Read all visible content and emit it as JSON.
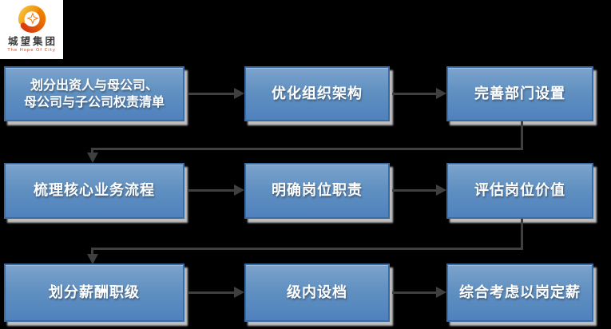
{
  "background_color": "#000000",
  "logo": {
    "company_name": "城望集团",
    "tagline": "The Hope Of City",
    "mark": "orange-swirl-ring-with-four-point-star",
    "colors": {
      "panel": "#ffffff",
      "swirl_orange": "#f5a11c",
      "swirl_red": "#d6380e",
      "name_text": "#3b3b3b",
      "tagline_text": "#cf4a1e"
    }
  },
  "flowchart": {
    "rows": 3,
    "columns": 3,
    "box_style": {
      "fill_top": "#7ca3cd",
      "fill_bottom": "#4f81bd",
      "border": "#3a6ba3",
      "text_color": "#ffffff",
      "shadow": "#bdbdbd",
      "arrow_color": "#3f3f3f"
    },
    "boxes": [
      {
        "id": "b1",
        "row": 1,
        "col": 1,
        "label": "划分出资人与母公司、\n母公司与子公司权责清单"
      },
      {
        "id": "b2",
        "row": 1,
        "col": 2,
        "label": "优化组织架构"
      },
      {
        "id": "b3",
        "row": 1,
        "col": 3,
        "label": "完善部门设置"
      },
      {
        "id": "b4",
        "row": 2,
        "col": 1,
        "label": "梳理核心业务流程"
      },
      {
        "id": "b5",
        "row": 2,
        "col": 2,
        "label": "明确岗位职责"
      },
      {
        "id": "b6",
        "row": 2,
        "col": 3,
        "label": "评估岗位价值"
      },
      {
        "id": "b7",
        "row": 3,
        "col": 1,
        "label": "划分薪酬职级"
      },
      {
        "id": "b8",
        "row": 3,
        "col": 2,
        "label": "级内设档"
      },
      {
        "id": "b9",
        "row": 3,
        "col": 3,
        "label": "综合考虑以岗定薪"
      }
    ],
    "connections": [
      "b1->b2",
      "b2->b3",
      "b3->b4 (elbow down-left)",
      "b4->b5",
      "b5->b6",
      "b6->b7 (elbow down-left)",
      "b7->b8",
      "b8->b9"
    ]
  }
}
